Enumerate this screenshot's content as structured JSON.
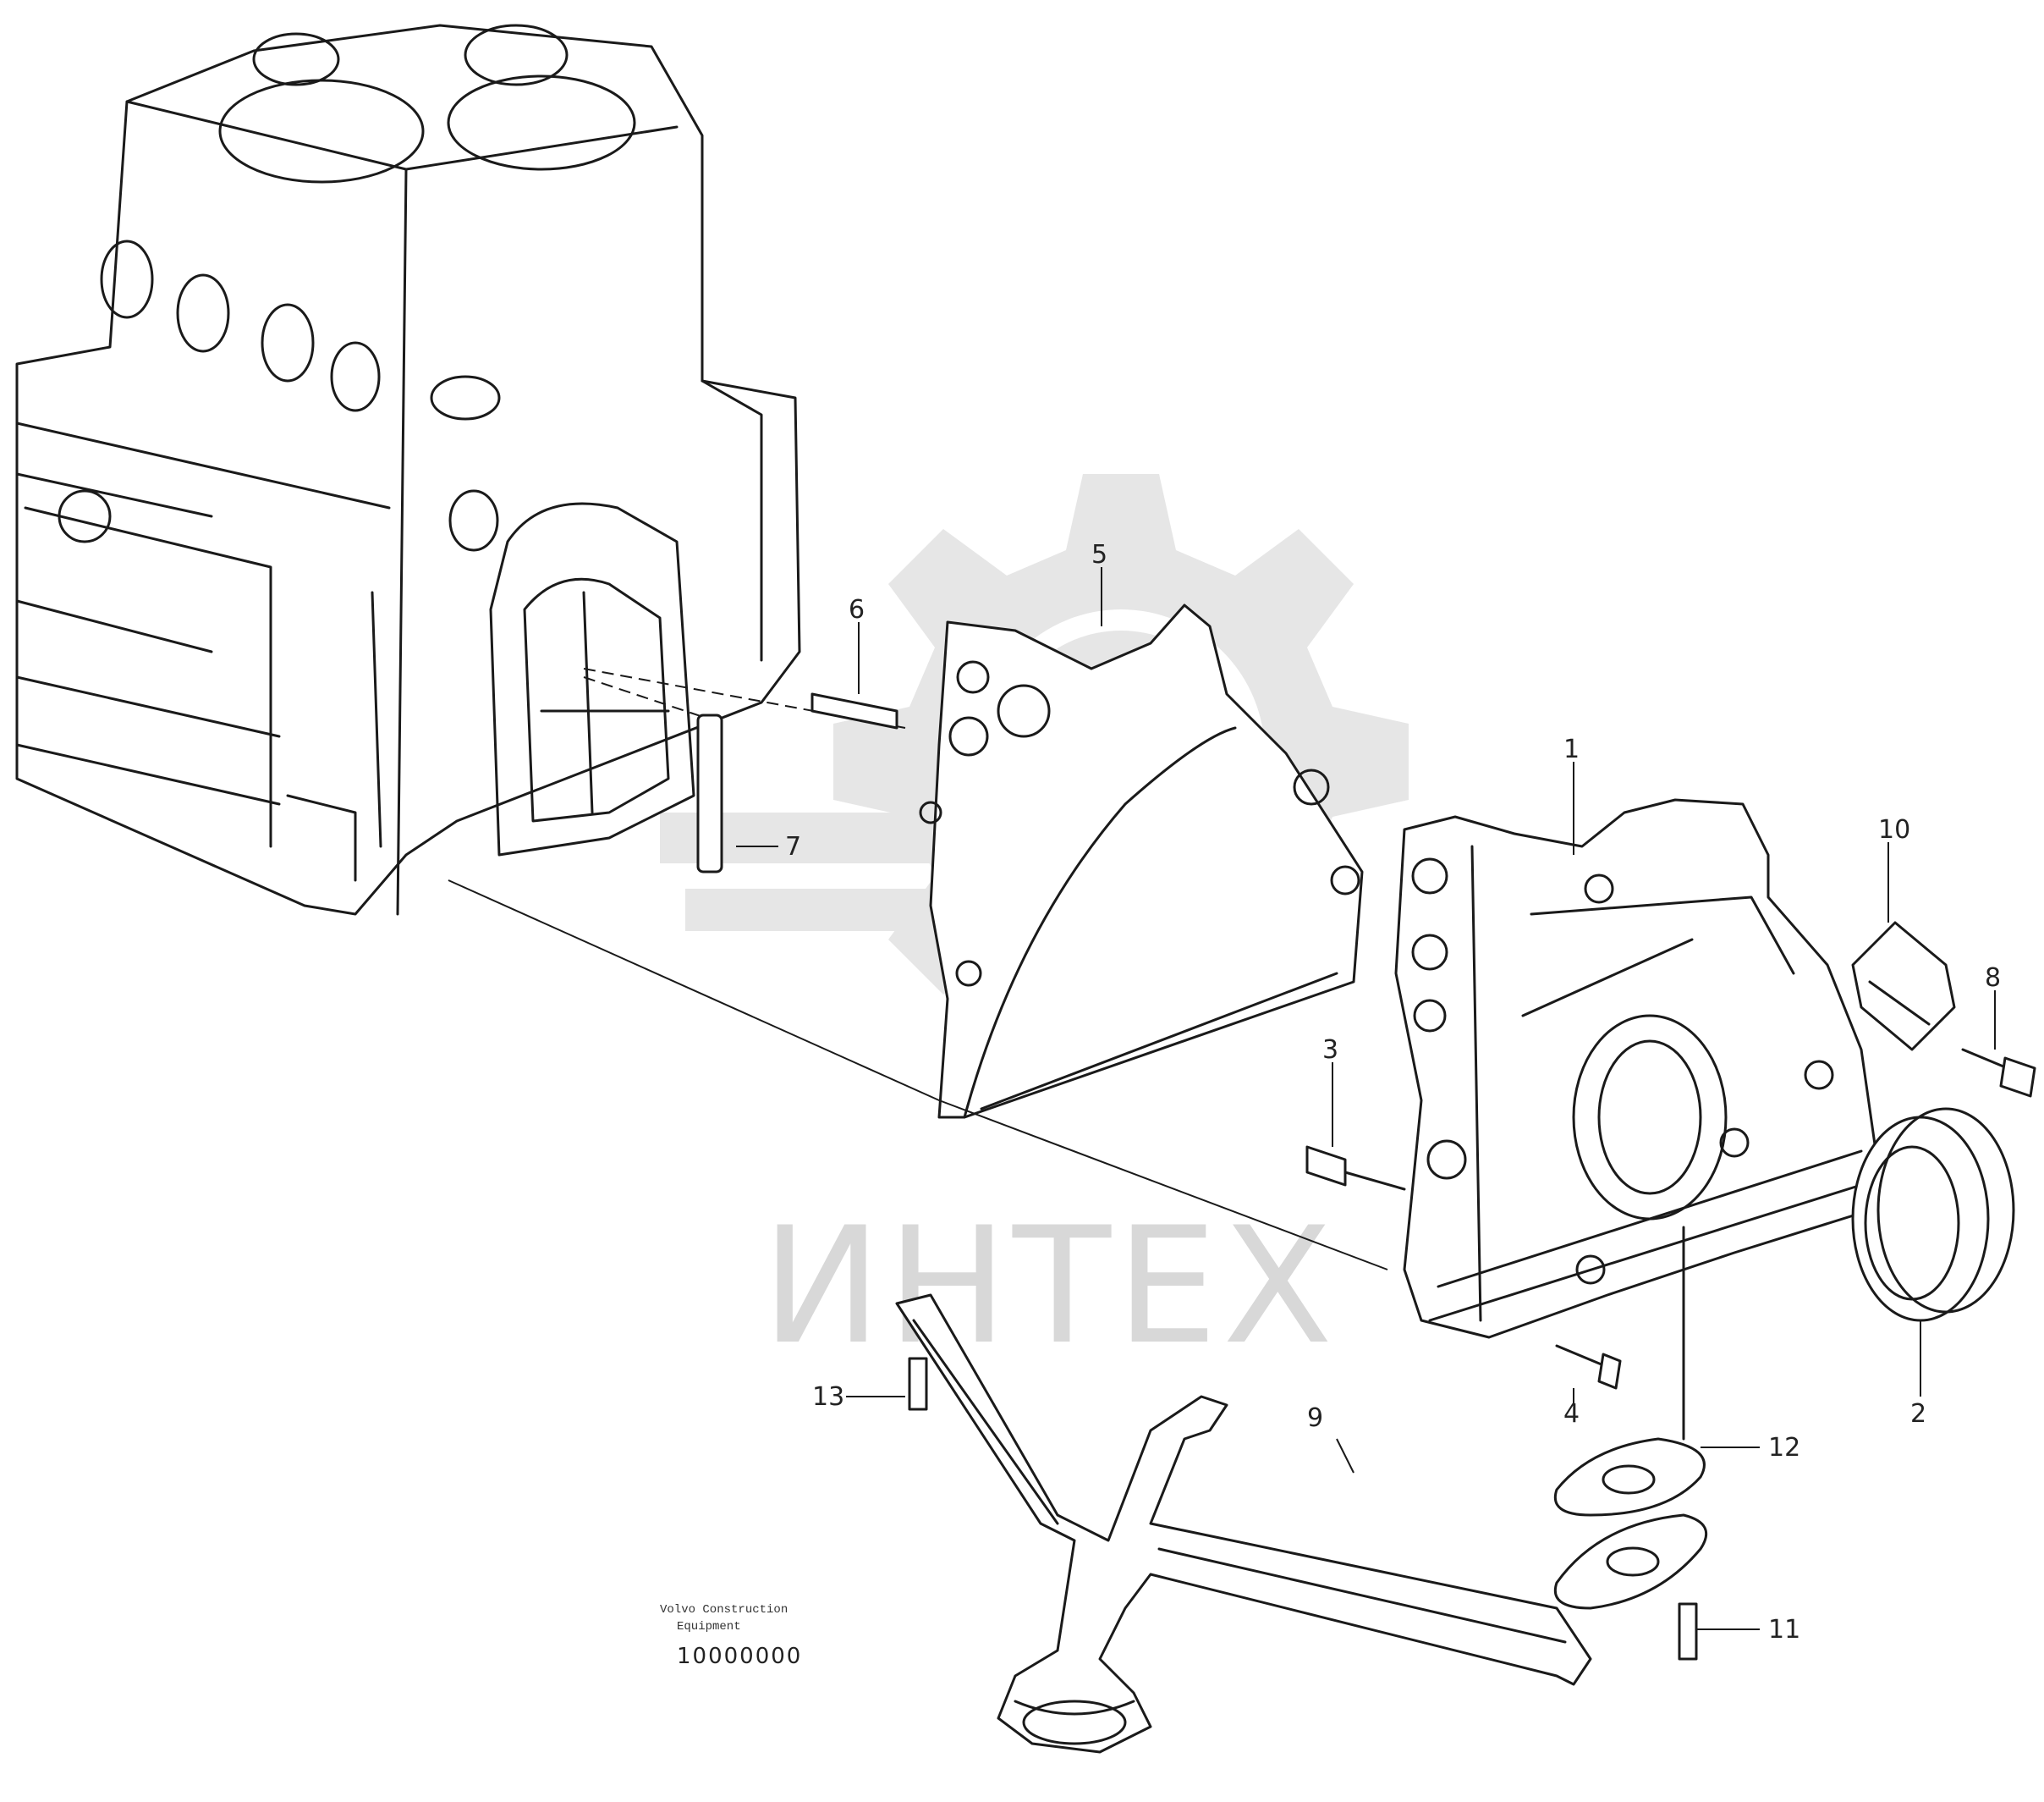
{
  "watermark": {
    "text": "ИНТЕХ",
    "icon": "gear-icon",
    "color": "#d8d8d8"
  },
  "drawing_code": {
    "line1": "Volvo Construction",
    "line2": "Equipment",
    "number": "10000000"
  },
  "callouts": [
    {
      "id": "c1",
      "label": "1"
    },
    {
      "id": "c2",
      "label": "2"
    },
    {
      "id": "c3",
      "label": "3"
    },
    {
      "id": "c4",
      "label": "4"
    },
    {
      "id": "c5",
      "label": "5"
    },
    {
      "id": "c6",
      "label": "6"
    },
    {
      "id": "c7",
      "label": "7"
    },
    {
      "id": "c8a",
      "label": "8"
    },
    {
      "id": "c8b",
      "label": "8"
    },
    {
      "id": "c9",
      "label": "9"
    },
    {
      "id": "c10",
      "label": "10"
    },
    {
      "id": "c11",
      "label": "11"
    },
    {
      "id": "c12",
      "label": "12"
    },
    {
      "id": "c13",
      "label": "13"
    }
  ]
}
